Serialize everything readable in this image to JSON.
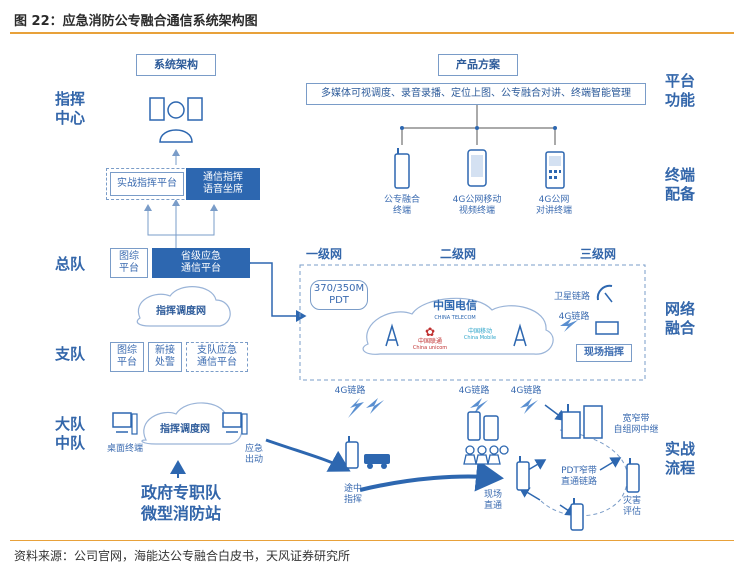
{
  "figure": {
    "title": "图 22：应急消防公专融合通信系统架构图",
    "source": "资料来源：公司官网，海能达公专融合白皮书，天风证券研究所"
  },
  "headers": {
    "system_arch": "系统架构",
    "product_plan": "产品方案"
  },
  "left_labels": {
    "command_center": "指挥\n中心",
    "corps": "总队",
    "detachment": "支队",
    "brigade": "大队\n中队"
  },
  "right_labels": {
    "platform": "平台\n功能",
    "terminal": "终端\n配备",
    "network": "网络\n融合",
    "practice": "实战\n流程"
  },
  "left_boxes": {
    "combat_platform": "实战指挥平台",
    "comm_seat": "通信指挥\n语音坐席",
    "map_platform_corps": "图综\n平台",
    "provincial_platform": "省级应急\n通信平台",
    "dispatch_net_1": "指挥调度网",
    "map_platform_det": "图综\n平台",
    "new_dispatch": "新接\n处警",
    "det_platform": "支队应急\n通信平台",
    "dispatch_net_2": "指挥调度网",
    "desktop_terminal": "桌面终端",
    "emergency_out": "应急\n出动",
    "gov_team": "政府专职队\n微型消防站"
  },
  "platform_functions": "多媒体可视调度、录音录播、定位上图、公专融合对讲、终端智能管理",
  "terminals": [
    "公专融合\n终端",
    "4G公网移动\n视频终端",
    "4G公网\n对讲终端"
  ],
  "network": {
    "levels": [
      "一级网",
      "二级网",
      "三级网"
    ],
    "pdt": "370/350M\nPDT",
    "sat_link": "卫星链路",
    "link_4g": "4G链路",
    "field_command": "现场指挥",
    "telecom_cn": "中国电信",
    "telecom_en": "CHINA TELECOM",
    "unicom_cn": "中国联通",
    "unicom_en": "China unicom",
    "mobile_cn": "中国移动",
    "mobile_en": "China Mobile"
  },
  "practice": {
    "link_4g_a": "4G链路",
    "link_4g_b": "4G链路",
    "link_4g_c": "4G链路",
    "en_route": "途中\n指挥",
    "direct": "现场\n直通",
    "broadband": "宽窄带\n自组网中继",
    "pdt_direct": "PDT窄带\n直通链路",
    "disaster": "灾害\n评估"
  },
  "colors": {
    "accent": "#e8a13a",
    "primary": "#2d67b0",
    "line": "#7a9cc8"
  }
}
